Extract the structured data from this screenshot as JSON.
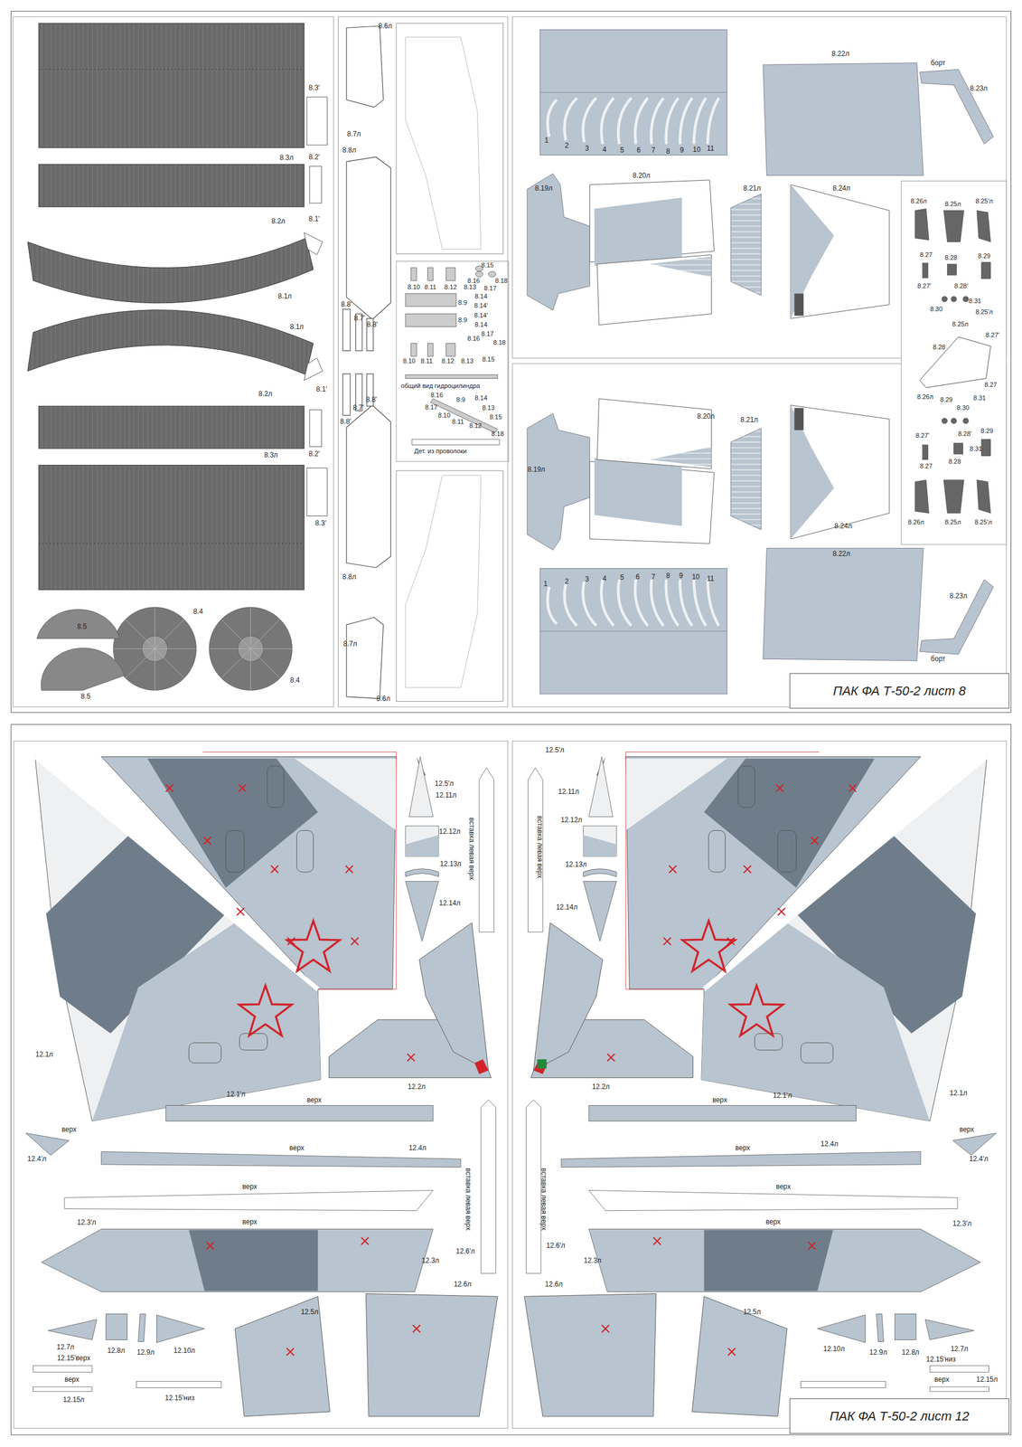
{
  "diagram": {
    "nodes": [
      {
        "text": [
          "ПАК ФА Т-50-2 лист 8"
        ]
      },
      {
        "text": [
          "ПАК ФА Т-50-2 лист 12"
        ]
      }
    ],
    "labels": [
      "8.3'",
      "8.3л",
      "8.2'",
      "8.2л",
      "8.1'",
      "8.1л",
      "8.1л",
      "8.1'",
      "8.2л",
      "8.3л",
      "8.2'",
      "8.3'",
      "8.4",
      "8.5",
      "8.4",
      "8.5",
      "8.6л",
      "8.7л",
      "8.8л",
      "8.8'",
      "8.7'",
      "8.8'",
      "8.8'",
      "8.7'",
      "8.8'",
      "8.8л",
      "8.7л",
      "8.6л",
      "8.15",
      "8.16",
      "8.17",
      "8.18",
      "8.10",
      "8.11",
      "8.12",
      "8.13",
      "8.14",
      "8.9",
      "8.14'",
      "8.14'",
      "8.9",
      "8.14",
      "8.17",
      "8.16",
      "8.18",
      "8.10",
      "8.11",
      "8.12",
      "8.13",
      "8.15",
      "общий вид гидроцилиндра",
      "8.16",
      "8.9",
      "8.14",
      "8.17",
      "8.13",
      "8.10",
      "8.15",
      "8.11",
      "8.12",
      "8.18",
      "Дет. из проволоки",
      "1",
      "2",
      "3",
      "4",
      "5",
      "6",
      "7",
      "8",
      "9",
      "10",
      "11",
      "8.22л",
      "борт",
      "8.23л",
      "8.19л",
      "8.20л",
      "8.21л",
      "8.24л",
      "8.26л",
      "8.25л",
      "8.25'л",
      "8.27",
      "8.28",
      "8.29",
      "8.27'",
      "8.28'",
      "8.30",
      "8.31",
      "8.25'л",
      "8.25л",
      "8.27'",
      "8.28",
      "8.27",
      "8.26л",
      "8.29",
      "8.31",
      "8.30",
      "8.27'",
      "8.28'",
      "8.29",
      "8.27",
      "8.28",
      "8.31",
      "8.26л",
      "8.25л",
      "8.25'л",
      "8.20л",
      "8.19л",
      "8.21л",
      "8.24л",
      "1",
      "2",
      "3",
      "4",
      "5",
      "6",
      "7",
      "8",
      "9",
      "10",
      "11",
      "8.22л",
      "8.23л",
      "борт",
      "12.5'л",
      "12.11л",
      "12.12л",
      "12.13л",
      "12.14л",
      "вставка левая верх",
      "12.1л",
      "12.1'л",
      "верх",
      "12.2л",
      "верх",
      "12.4'л",
      "верх",
      "12.4л",
      "верх",
      "12.3'л",
      "верх",
      "12.3л",
      "вставка левая верх",
      "12.6'л",
      "12.6л",
      "12.7л",
      "12.8л",
      "12.9л",
      "12.10л",
      "12.15'верх",
      "верх",
      "12.15л",
      "12.15'низ",
      "12.5л",
      "12.5'л",
      "12.11л",
      "12.12л",
      "12.13л",
      "12.14л",
      "вставка левая верх",
      "12.1л",
      "12.1'л",
      "верх",
      "12.2л",
      "верх",
      "12.4'л",
      "12.4л",
      "верх",
      "верх",
      "12.3'л",
      "верх",
      "12.3л",
      "вставка левая верх",
      "12.6'л",
      "12.6л",
      "12.5л",
      "12.10л",
      "12.9л",
      "12.8л",
      "12.7л",
      "12.15'низ",
      "верх",
      "12.15л"
    ]
  }
}
